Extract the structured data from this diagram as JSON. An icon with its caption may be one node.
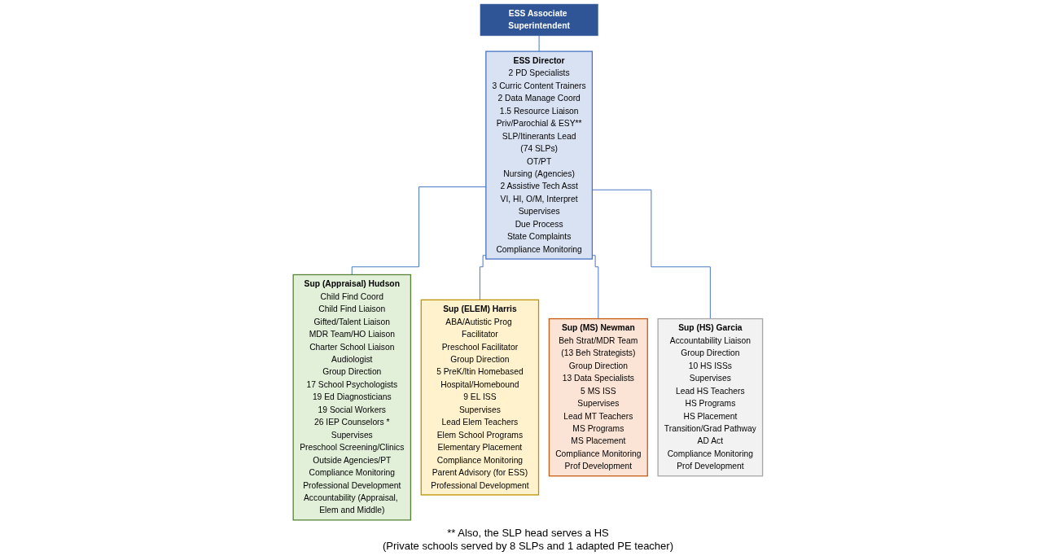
{
  "diagram": {
    "nodes": [
      {
        "text": [
          "ESS Associate Superintendent"
        ]
      },
      {
        "text": [
          "ESS Director",
          "2 PD Specialists",
          "3 Curric Content Trainers",
          "2 Data Manage Coord",
          "1.5 Resource Liaison",
          "Priv/Parochial & ESY**",
          "SLP/Itinerants Lead",
          "(74 SLPs)",
          "OT/PT",
          "Nursing (Agencies)",
          "2 Assistive Tech Asst",
          "VI, HI, O/M, Interpret",
          "Supervises",
          "Due Process",
          "State Complaints",
          "Compliance Monitoring"
        ]
      },
      {
        "text": [
          "Sup (Appraisal) Hudson",
          "Child Find Coord",
          "Child Find Liaison",
          "Gifted/Talent Liaison",
          "MDR Team/HO Liaison",
          "Charter School Liaison",
          "Audiologist",
          "Group Direction",
          "17 School Psychologists",
          "19 Ed Diagnosticians",
          "19 Social Workers",
          "26 IEP Counselors *",
          "Supervises",
          "Preschool Screening/Clinics",
          "Outside Agencies/PT",
          "Compliance Monitoring",
          "Professional Development",
          "Accountability (Appraisal, Elem and Middle)"
        ]
      },
      {
        "text": [
          "Sup (ELEM) Harris",
          "ABA/Autistic Prog Facilitator",
          "Preschool Facilitator",
          "Group Direction",
          "5 PreK/Itin Homebased",
          "Hospital/Homebound",
          "9 EL ISS",
          "Supervises",
          "Lead Elem Teachers",
          "Elem School Programs",
          "Elementary Placement",
          "Compliance Monitoring",
          "Parent Advisory (for ESS)",
          "Professional Development"
        ]
      },
      {
        "text": [
          "Sup (MS) Newman",
          "Beh Strat/MDR Team",
          "(13 Beh Strategists)",
          "Group Direction",
          "13 Data Specialists",
          "5 MS ISS",
          "Supervises",
          "Lead MT Teachers",
          "MS Programs",
          "MS Placement",
          "Compliance Monitoring",
          "Prof Development"
        ]
      },
      {
        "text": [
          "Sup (HS) Garcia",
          "Accountability Liaison",
          "Group Direction",
          "10 HS ISSs",
          "Supervises",
          "Lead HS Teachers",
          "HS Programs",
          "HS Placement",
          "Transition/Grad Pathway",
          "AD Act",
          "Compliance Monitoring",
          "Prof Development"
        ]
      }
    ],
    "edges": [
      {
        "from": 0,
        "to": 1,
        "arrow": "none"
      },
      {
        "from": 1,
        "to": 2,
        "arrow": "none"
      },
      {
        "from": 1,
        "to": 3,
        "arrow": "none"
      },
      {
        "from": 1,
        "to": 4,
        "arrow": "none"
      },
      {
        "from": 1,
        "to": 5,
        "arrow": "none"
      }
    ],
    "labels": [
      "** Also, the SLP head serves a HS",
      "(Private schools served by 8 SLPs and 1 adapted PE teacher)"
    ]
  }
}
